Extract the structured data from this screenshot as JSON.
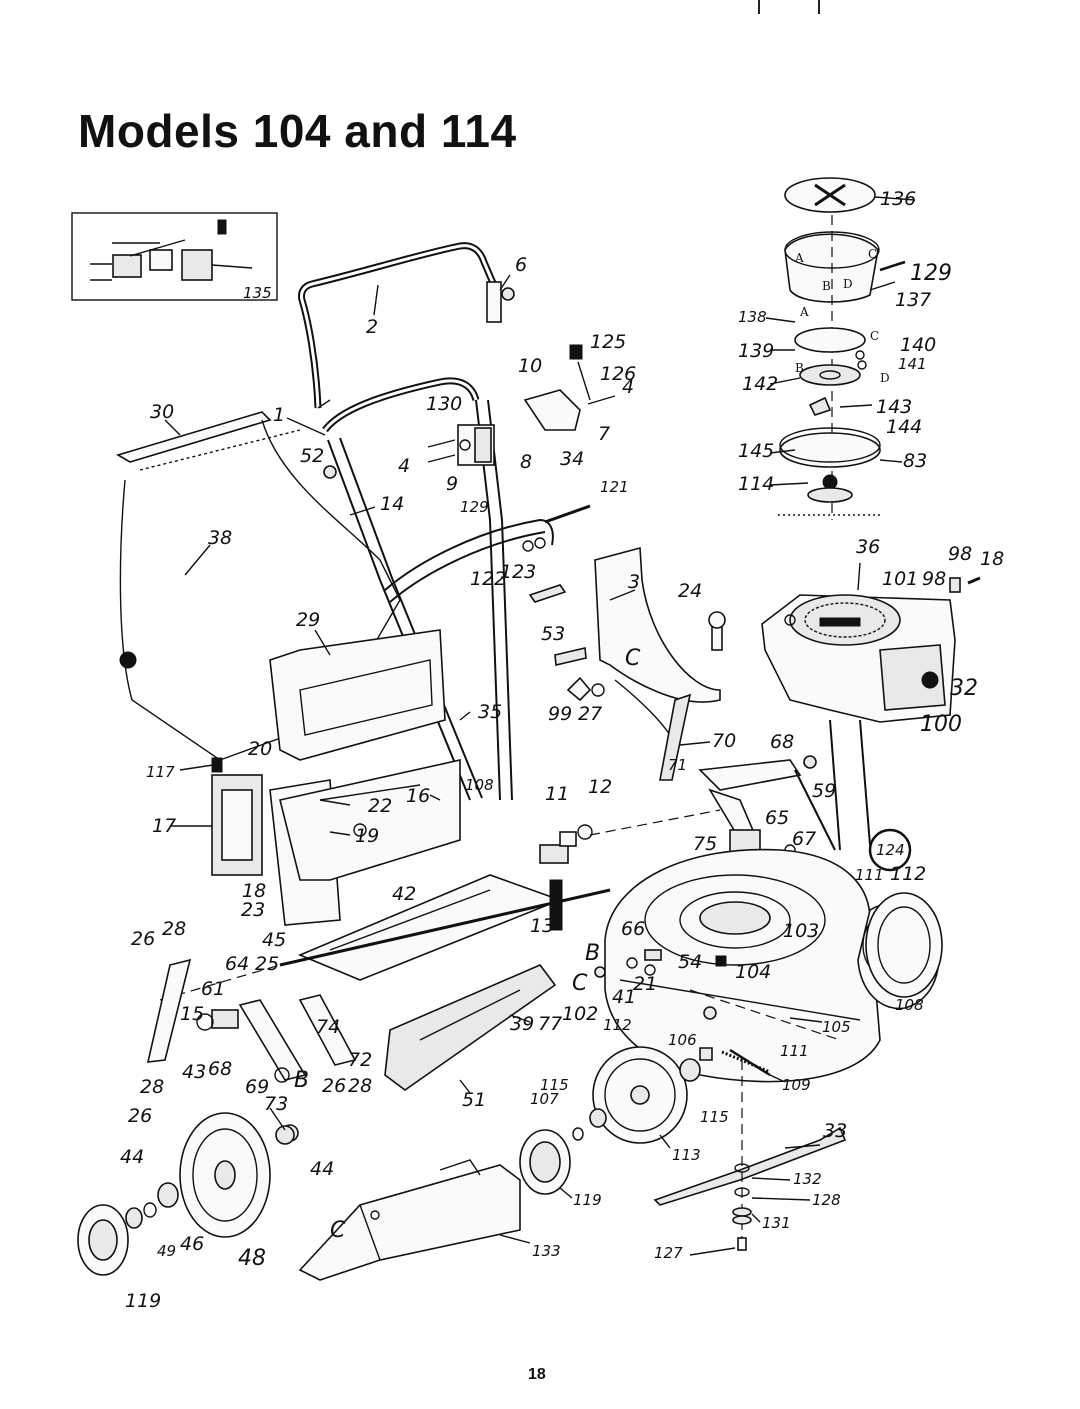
{
  "page": {
    "title": "Models 104 and 114",
    "page_number": "18"
  },
  "inset": {
    "label": "135"
  },
  "callouts": {
    "c1": "1",
    "c2": "2",
    "c3": "3",
    "c4a": "4",
    "c4b": "4",
    "c6": "6",
    "c7": "7",
    "c8": "8",
    "c9": "9",
    "c10": "10",
    "c11": "11",
    "c12": "12",
    "c13": "13",
    "c14": "14",
    "c15": "15",
    "c16": "16",
    "c17": "17",
    "c18a": "18",
    "c18b": "18",
    "c19": "19",
    "c20": "20",
    "c21": "21",
    "c22": "22",
    "c23": "23",
    "c24": "24",
    "c25": "25",
    "c26a": "26",
    "c26b": "26",
    "c26c": "26",
    "c27": "27",
    "c28a": "28",
    "c28b": "28",
    "c28c": "28",
    "c29": "29",
    "c30": "30",
    "c32": "32",
    "c33": "33",
    "c34": "34",
    "c35": "35",
    "c36": "36",
    "c38": "38",
    "c39": "39",
    "c41": "41",
    "c42": "42",
    "c43": "43",
    "c44a": "44",
    "c44b": "44",
    "c45": "45",
    "c46": "46",
    "c48": "48",
    "c49": "49",
    "c51": "51",
    "c52": "52",
    "c53": "53",
    "c54": "54",
    "c59": "59",
    "c61": "61",
    "c64": "64",
    "c65": "65",
    "c66": "66",
    "c67": "67",
    "c68a": "68",
    "c68b": "68",
    "c69": "69",
    "c70": "70",
    "c71": "71",
    "c72": "72",
    "c73": "73",
    "c74": "74",
    "c75": "75",
    "c77": "77",
    "c83": "83",
    "c98a": "98",
    "c98b": "98",
    "c99": "99",
    "c100": "100",
    "c101": "101",
    "c102": "102",
    "c103": "103",
    "c104": "104",
    "c105": "105",
    "c106": "106",
    "c107": "107",
    "c108a": "108",
    "c108b": "108",
    "c109": "109",
    "c111a": "111",
    "c111b": "111",
    "c112a": "112",
    "c112b": "112",
    "c113": "113",
    "c114": "114",
    "c115a": "115",
    "c115b": "115",
    "c117": "117",
    "c119a": "119",
    "c119b": "119",
    "c121": "121",
    "c122": "122",
    "c123": "123",
    "c124": "124",
    "c125": "125",
    "c126": "126",
    "c127": "127",
    "c128": "128",
    "c129a": "129",
    "c129b": "129",
    "c130": "130",
    "c131": "131",
    "c132": "132",
    "c133": "133",
    "c136": "136",
    "c137": "137",
    "c138": "138",
    "c139": "139",
    "c140": "140",
    "c141": "141",
    "c142": "142",
    "c143": "143",
    "c144": "144",
    "c145": "145",
    "cB1": "B",
    "cB2": "B",
    "cC1": "C",
    "cC2": "C",
    "cC3": "C"
  },
  "letters": {
    "la": "A",
    "lb": "B",
    "lc": "C",
    "ld": "D",
    "la2": "A",
    "lb2": "B",
    "lc2": "C",
    "ld2": "D"
  }
}
